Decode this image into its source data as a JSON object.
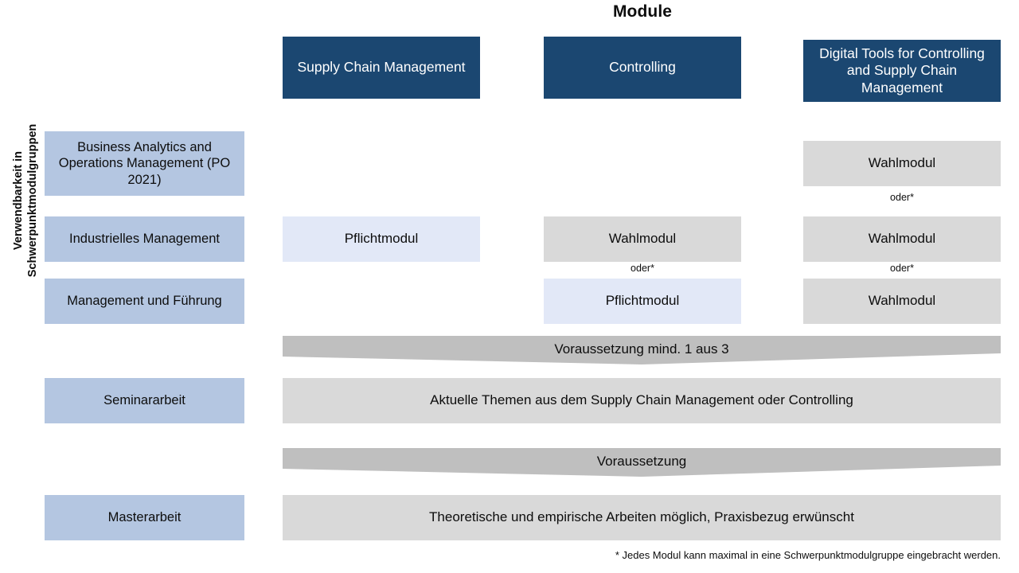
{
  "title": "Module",
  "axis_label": "Verwendbarkeit in\nSchwerpunktmodulgruppen",
  "colors": {
    "header_blue": "#1B4771",
    "group_blue": "#B4C6E1",
    "elective_grey": "#D9D9D9",
    "chevron_grey": "#BFBFBF",
    "mandatory_light_blue": "#E2E8F7",
    "text": "#0D0D0D",
    "header_text": "#FFFFFF",
    "background": "#FFFFFF"
  },
  "columns": [
    {
      "label": "Supply Chain Management"
    },
    {
      "label": "Controlling"
    },
    {
      "label": "Digital Tools for Controlling and Supply Chain Management"
    }
  ],
  "groups": [
    {
      "label": "Business Analytics and Operations Management (PO 2021)"
    },
    {
      "label": "Industrielles Management"
    },
    {
      "label": "Management und Führung"
    },
    {
      "label": "Seminararbeit"
    },
    {
      "label": "Masterarbeit"
    }
  ],
  "cells": {
    "row1": {
      "col3_top": "Wahlmodul",
      "col3_connector": "oder*"
    },
    "row2": {
      "col1": "Pflichtmodul",
      "col2": "Wahlmodul",
      "col2_connector": "oder*",
      "col3": "Wahlmodul",
      "col3_connector": "oder*"
    },
    "row3": {
      "col2": "Pflichtmodul",
      "col3": "Wahlmodul"
    }
  },
  "bands": [
    {
      "name": "voraussetzung-1",
      "label": "Voraussetzung mind. 1 aus 3"
    },
    {
      "name": "voraussetzung-2",
      "label": "Voraussetzung"
    }
  ],
  "wide_rows": [
    {
      "name": "seminararbeit-content",
      "label": "Aktuelle Themen aus dem Supply Chain Management oder Controlling"
    },
    {
      "name": "masterarbeit-content",
      "label": "Theoretische und empirische Arbeiten möglich, Praxisbezug erwünscht"
    }
  ],
  "footnote": "* Jedes Modul kann maximal in eine Schwerpunktmodulgruppe eingebracht werden."
}
